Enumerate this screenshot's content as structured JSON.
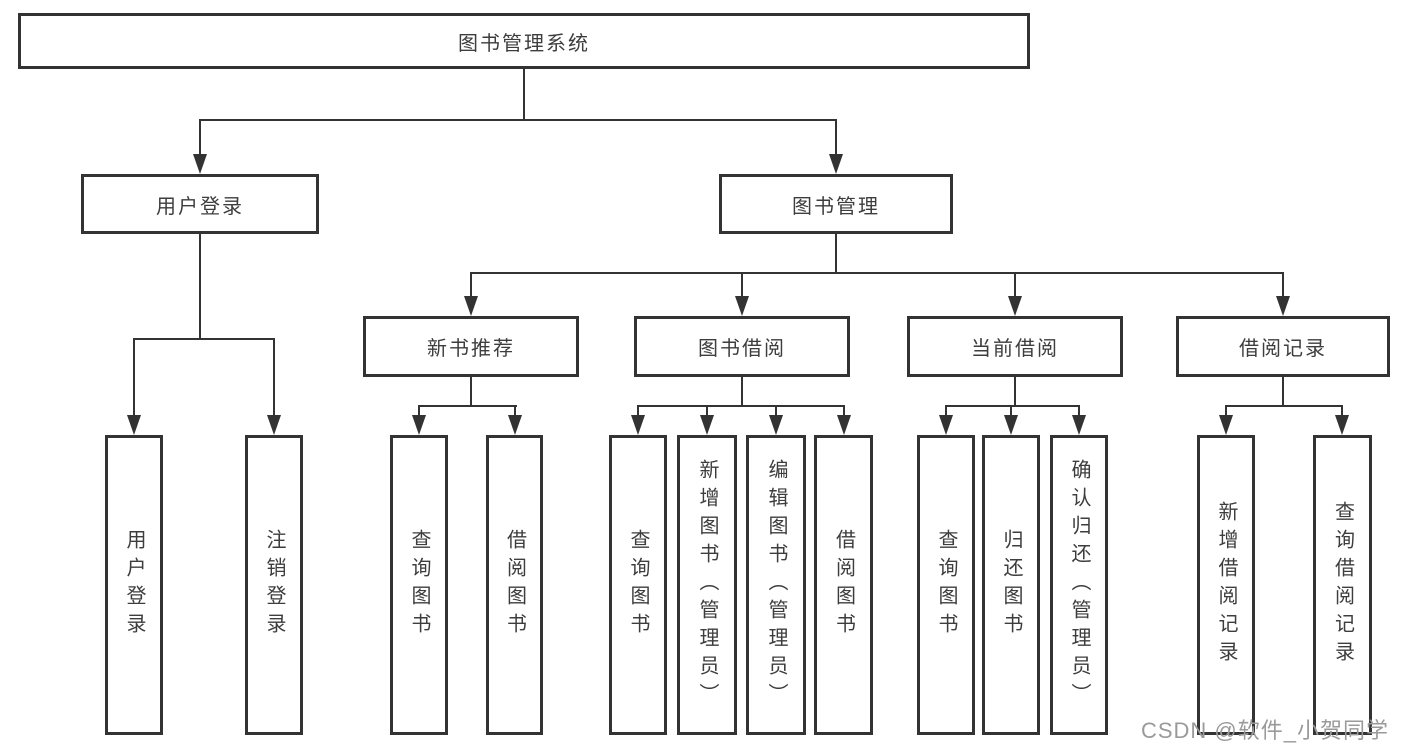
{
  "diagram_title": "图书管理系统",
  "colors": {
    "line": "#333333",
    "box_border": "#333333",
    "box_background": "#ffffff",
    "text": "#3d3d3d",
    "watermark": "#9a9a9a",
    "page_background": "#ffffff"
  },
  "tree": {
    "root": {
      "label": "图书管理系统",
      "children": [
        {
          "label": "用户登录",
          "children": [
            {
              "label": "用户登录"
            },
            {
              "label": "注销登录"
            }
          ]
        },
        {
          "label": "图书管理",
          "children": [
            {
              "label": "新书推荐",
              "children": [
                {
                  "label": "查询图书"
                },
                {
                  "label": "借阅图书"
                }
              ]
            },
            {
              "label": "图书借阅",
              "children": [
                {
                  "label": "查询图书"
                },
                {
                  "label": "新增图书（管理员）"
                },
                {
                  "label": "编辑图书（管理员）"
                },
                {
                  "label": "借阅图书"
                }
              ]
            },
            {
              "label": "当前借阅",
              "children": [
                {
                  "label": "查询图书"
                },
                {
                  "label": "归还图书"
                },
                {
                  "label": "确认归还（管理员）"
                }
              ]
            },
            {
              "label": "借阅记录",
              "children": [
                {
                  "label": "新增借阅记录"
                },
                {
                  "label": "查询借阅记录"
                }
              ]
            }
          ]
        }
      ]
    }
  },
  "watermark": {
    "text": "CSDN @软件_小贺同学"
  }
}
